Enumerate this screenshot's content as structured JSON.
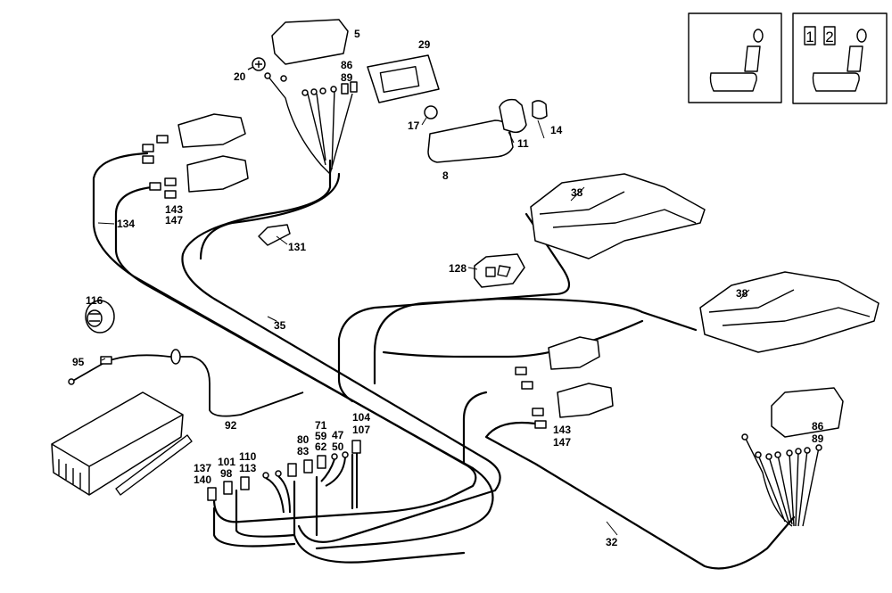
{
  "diagram": {
    "seat_icons": {
      "box2_num1": "1",
      "box2_num2": "2"
    },
    "labels": {
      "l5": "5",
      "l29": "29",
      "l20": "20",
      "l86a": "86",
      "l89a": "89",
      "l17": "17",
      "l11": "11",
      "l14": "14",
      "l8": "8",
      "l143a": "143",
      "l147a": "147",
      "l134": "134",
      "l131": "131",
      "l38a": "38",
      "l38b": "38",
      "l128": "128",
      "l116": "116",
      "l35": "35",
      "l95": "95",
      "l92": "92",
      "l104": "104",
      "l107": "107",
      "l71": "71",
      "l59": "59",
      "l62": "62",
      "l80": "80",
      "l83": "83",
      "l47": "47",
      "l50": "50",
      "l110": "110",
      "l113": "113",
      "l101": "101",
      "l98": "98",
      "l137": "137",
      "l140": "140",
      "l143b": "143",
      "l147b": "147",
      "l86b": "86",
      "l89b": "89",
      "l32": "32"
    }
  }
}
